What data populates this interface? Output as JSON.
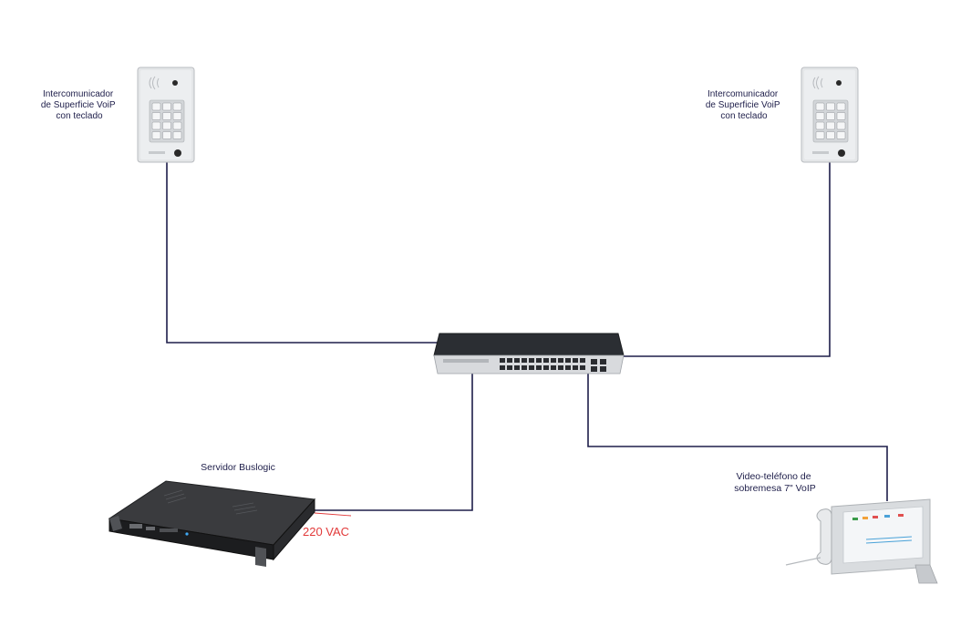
{
  "intercom_left": {
    "label_lines": [
      "Intercomunicador",
      "de Superficie VoiP",
      "con teclado"
    ]
  },
  "intercom_right": {
    "label_lines": [
      "Intercomunicador",
      "de Superficie VoiP",
      "con teclado"
    ]
  },
  "server": {
    "label": "Servidor Buslogic",
    "power_label": "220 VAC"
  },
  "videophone": {
    "label_lines": [
      "Video-teléfono de",
      "sobremesa 7\" VoIP"
    ]
  },
  "colors": {
    "cable": "#1e1e4a",
    "power": "#e23a3a",
    "text": "#1e1e4a"
  }
}
